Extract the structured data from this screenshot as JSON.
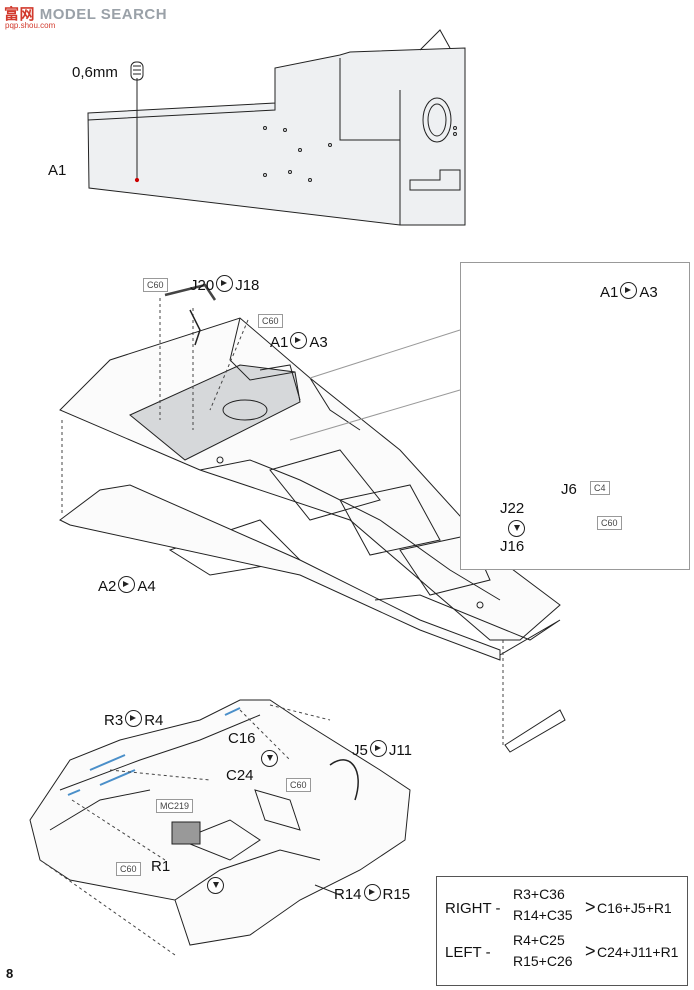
{
  "watermark": {
    "brand_a": "富",
    "brand_b": "网",
    "brand_c": "MODEL SEARCH",
    "url": "pqp.shou.com"
  },
  "top": {
    "thickness": "0,6mm",
    "part": "A1"
  },
  "main": {
    "c60_top": "C60",
    "j_label_a": "J20",
    "j_label_b": "J18",
    "c60_mid": "C60",
    "a_label_a": "A1",
    "a_label_b": "A3",
    "a2a4_a": "A2",
    "a2a4_b": "A4"
  },
  "inset": {
    "a_label_a": "A1",
    "a_label_b": "A3",
    "j6": "J6",
    "c4": "C4",
    "j22": "J22",
    "j16": "J16",
    "c60": "C60"
  },
  "fuselage": {
    "r3": "R3",
    "r4": "R4",
    "c16": "C16",
    "c24": "C24",
    "j5": "J5",
    "j11": "J11",
    "c60_a": "C60",
    "mc219": "MC219",
    "c60_b": "C60",
    "r1": "R1",
    "r14": "R14",
    "r15": "R15"
  },
  "table": {
    "right_label": "RIGHT -",
    "right_a": "R3+C36",
    "right_b": "R14+C35",
    "right_result": "C16+J5+R1",
    "left_label": "LEFT -",
    "left_a": "R4+C25",
    "left_b": "R15+C26",
    "left_result": "C24+J11+R1"
  },
  "page_number": "8"
}
